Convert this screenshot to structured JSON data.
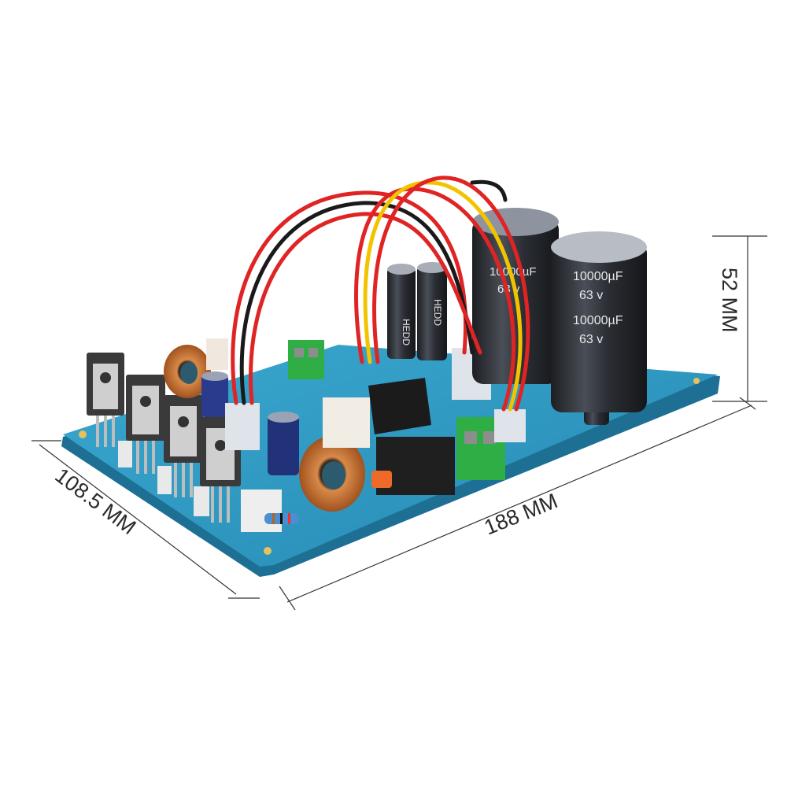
{
  "dimensions": {
    "height_label": "52 MM",
    "width_label": "108.5 MM",
    "length_label": "188 MM"
  },
  "capacitors": {
    "large_capacitance": "10000µF",
    "large_voltage": "63 v",
    "small_brand": "HEDD"
  },
  "colors": {
    "pcb": "#2f9dc4",
    "pcb_edge": "#1d6f93",
    "capacitor_body": "#2a2d33",
    "wire_red": "#e02424",
    "wire_black": "#1a1a1a",
    "wire_yellow": "#f2c400",
    "terminal_green": "#2fae45",
    "copper_coil": "#c46a2e"
  }
}
